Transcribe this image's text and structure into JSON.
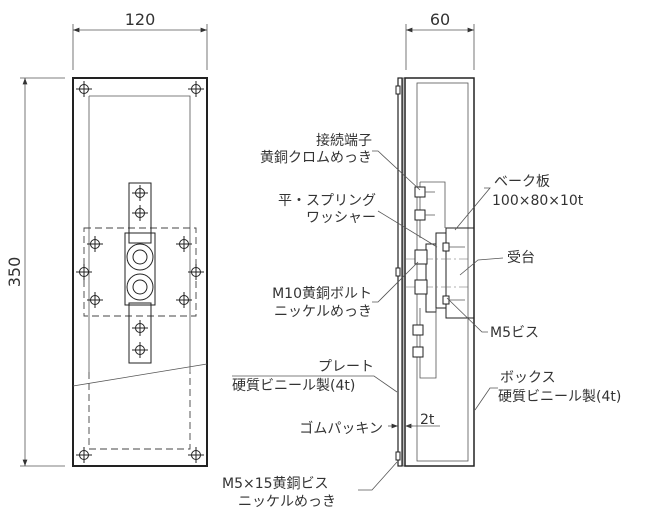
{
  "dimensions": {
    "width": "120",
    "height": "350",
    "depth": "60",
    "packing_thickness": "2t"
  },
  "labels": {
    "terminal": [
      "接続端子",
      "黄銅クロムめっき"
    ],
    "washer": [
      "平・スプリング",
      "ワッシャー"
    ],
    "bolt": [
      "M10黄銅ボルト",
      "ニッケルめっき"
    ],
    "plate": [
      "プレート",
      "硬質ビニール製(4t)"
    ],
    "packing": "ゴムパッキン",
    "screw": [
      "M5×15黄銅ビス",
      "ニッケルめっき"
    ],
    "bakelite": [
      "ベーク板",
      "100×80×10t"
    ],
    "base": "受台",
    "m5screw": "M5ビス",
    "box": [
      "ボックス",
      "硬質ビニール製(4t)"
    ]
  }
}
